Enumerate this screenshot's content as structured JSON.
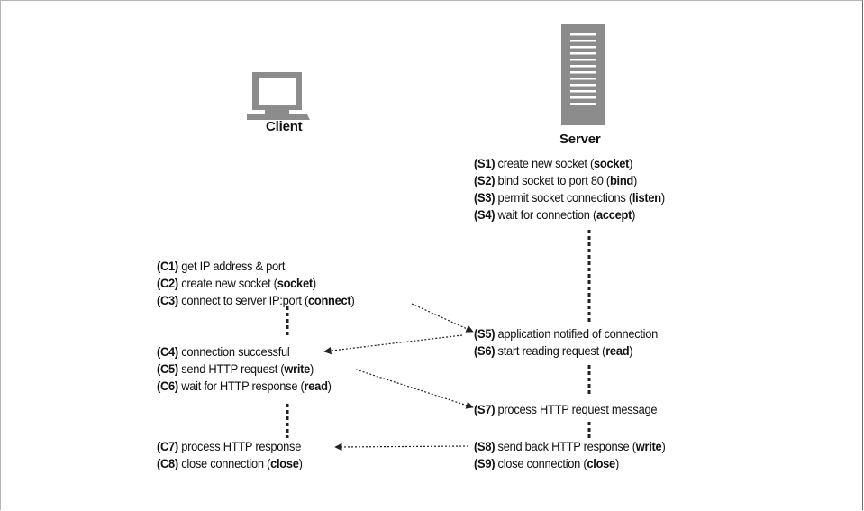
{
  "nodes": {
    "client": {
      "label": "Client",
      "icon": "computer-monitor-icon"
    },
    "server": {
      "label": "Server",
      "icon": "server-tower-icon"
    }
  },
  "server_steps": [
    {
      "id": "(S1)",
      "text": "create new socket (",
      "call": "socket",
      "end": ")"
    },
    {
      "id": "(S2)",
      "text": "bind socket to port 80 (",
      "call": "bind",
      "end": ")"
    },
    {
      "id": "(S3)",
      "text": "permit socket connections (",
      "call": "listen",
      "end": ")"
    },
    {
      "id": "(S4)",
      "text": "wait for connection (",
      "call": "accept",
      "end": ")"
    },
    {
      "id": "(S5)",
      "text": "application notified of connection",
      "call": "",
      "end": ""
    },
    {
      "id": "(S6)",
      "text": "start reading request (",
      "call": "read",
      "end": ")"
    },
    {
      "id": "(S7)",
      "text": "process HTTP request message",
      "call": "",
      "end": ""
    },
    {
      "id": "(S8)",
      "text": "send back HTTP response (",
      "call": "write",
      "end": ")"
    },
    {
      "id": "(S9)",
      "text": "close connection (",
      "call": "close",
      "end": ")"
    }
  ],
  "client_steps": [
    {
      "id": "(C1)",
      "text": "get IP address & port",
      "call": "",
      "end": ""
    },
    {
      "id": "(C2)",
      "text": "create new socket (",
      "call": "socket",
      "end": ")"
    },
    {
      "id": "(C3)",
      "text": "connect to server IP:port (",
      "call": "connect",
      "end": ")"
    },
    {
      "id": "(C4)",
      "text": "connection successful",
      "call": "",
      "end": ""
    },
    {
      "id": "(C5)",
      "text": "send HTTP request (",
      "call": "write",
      "end": ")"
    },
    {
      "id": "(C6)",
      "text": "wait for HTTP response (",
      "call": "read",
      "end": ")"
    },
    {
      "id": "(C7)",
      "text": "process HTTP response",
      "call": "",
      "end": ""
    },
    {
      "id": "(C8)",
      "text": "close connection (",
      "call": "close",
      "end": ")"
    }
  ],
  "colors": {
    "icon": "#8c8c8c",
    "icon_dark": "#6e6e6e",
    "line": "#333333"
  }
}
